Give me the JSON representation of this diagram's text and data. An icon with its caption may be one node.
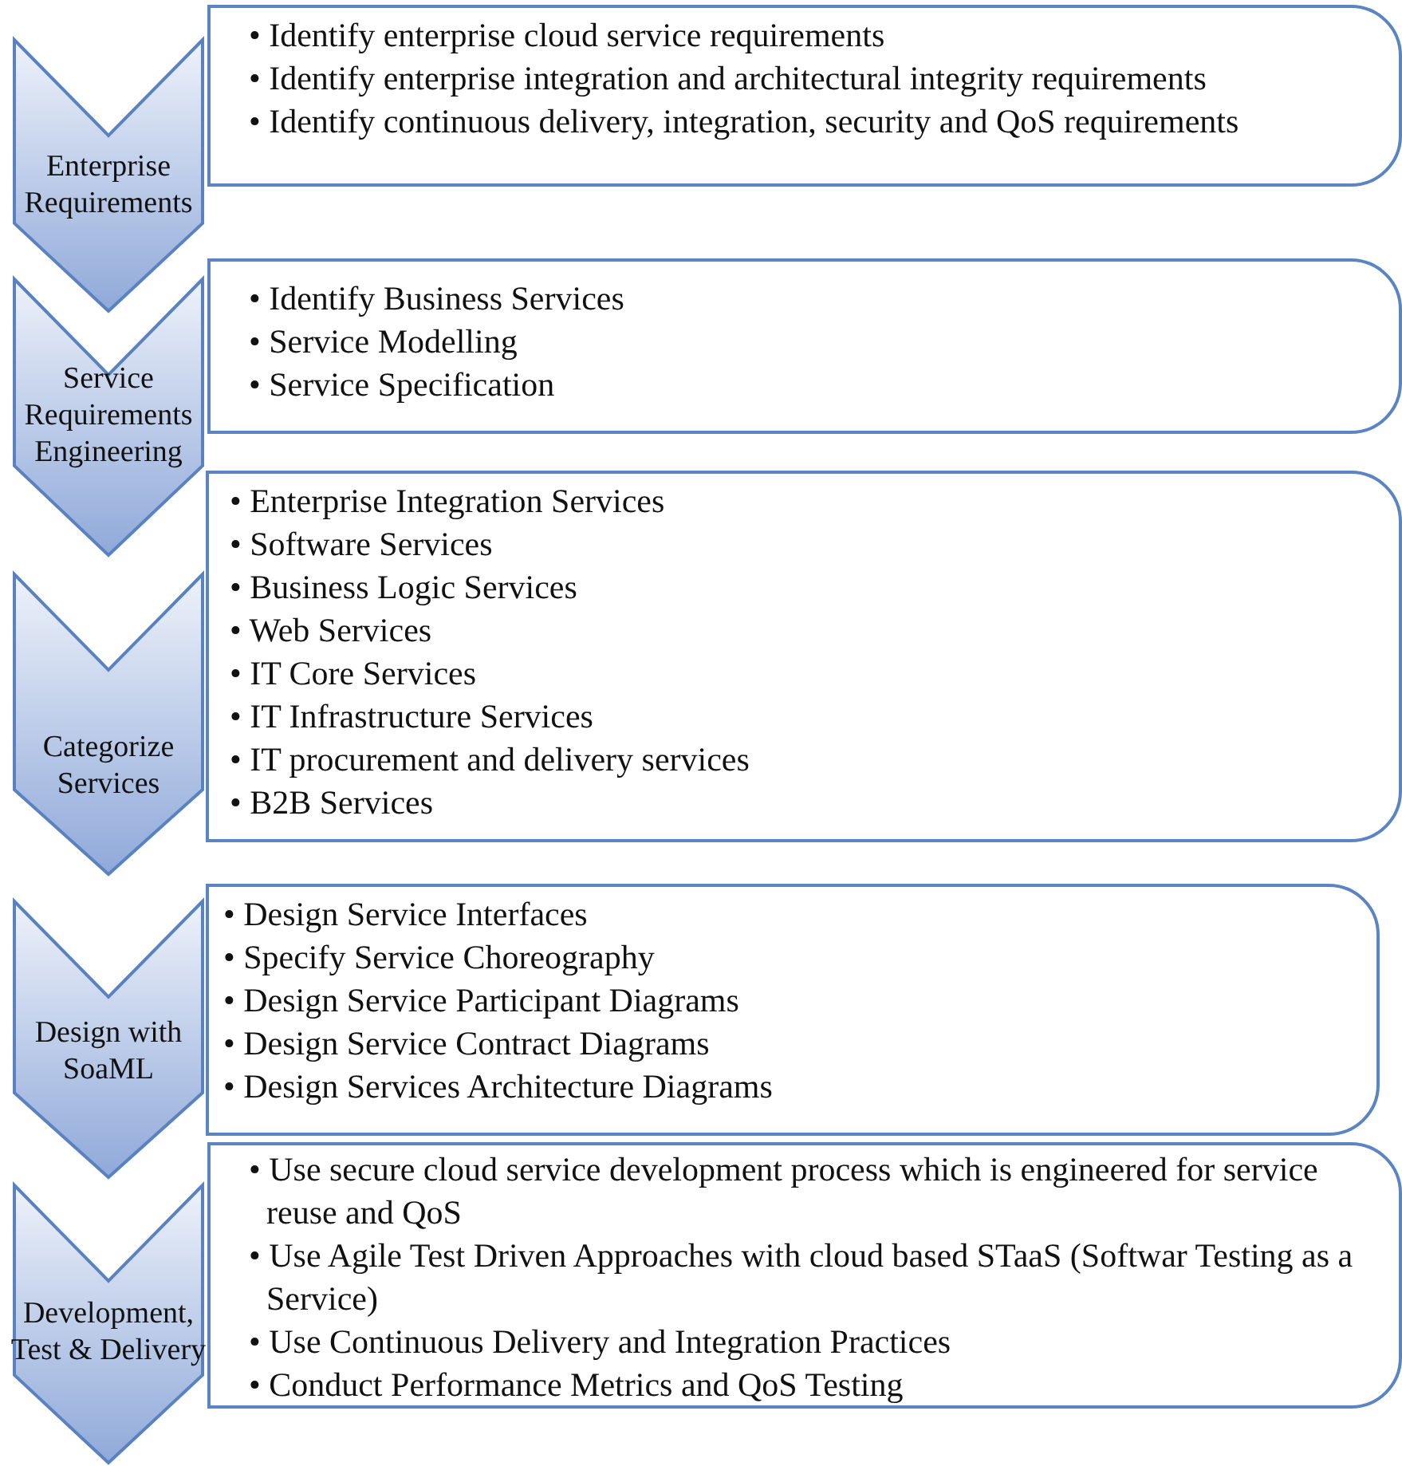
{
  "diagram": {
    "nodes": [
      {
        "text": [
          "Enterprise Requirements"
        ]
      },
      {
        "text": [
          "• Identify enterprise cloud service requirements",
          "• Identify enterprise integration and architectural integrity requirements",
          "• Identify continuous delivery, integration, security and QoS requirements"
        ]
      },
      {
        "text": [
          "Service Requirements Engineering"
        ]
      },
      {
        "text": [
          "• Identify Business Services",
          "• Service Modelling",
          "• Service Specification"
        ]
      },
      {
        "text": [
          "Categorize Services"
        ]
      },
      {
        "text": [
          "• Enterprise Integration Services",
          "• Software Services",
          "• Business Logic Services",
          "• Web Services",
          "• IT Core Services",
          "• IT Infrastructure Services",
          "• IT procurement and delivery services",
          "• B2B Services"
        ]
      },
      {
        "text": [
          "Design with SoaML"
        ]
      },
      {
        "text": [
          "• Design Service Interfaces",
          "• Specify Service Choreography",
          "• Design Service Participant Diagrams",
          "• Design Service Contract Diagrams",
          "• Design Services Architecture Diagrams"
        ]
      },
      {
        "text": [
          "Development, Test & Delivery"
        ]
      },
      {
        "text": [
          "• Use secure cloud service development process which is engineered for service reuse and QoS",
          "• Use Agile Test Driven Approaches with cloud based STaaS (Softwar Testing as a Service)",
          "• Use Continuous Delivery and Integration Practices",
          "• Conduct Performance Metrics and QoS Testing"
        ]
      }
    ]
  }
}
